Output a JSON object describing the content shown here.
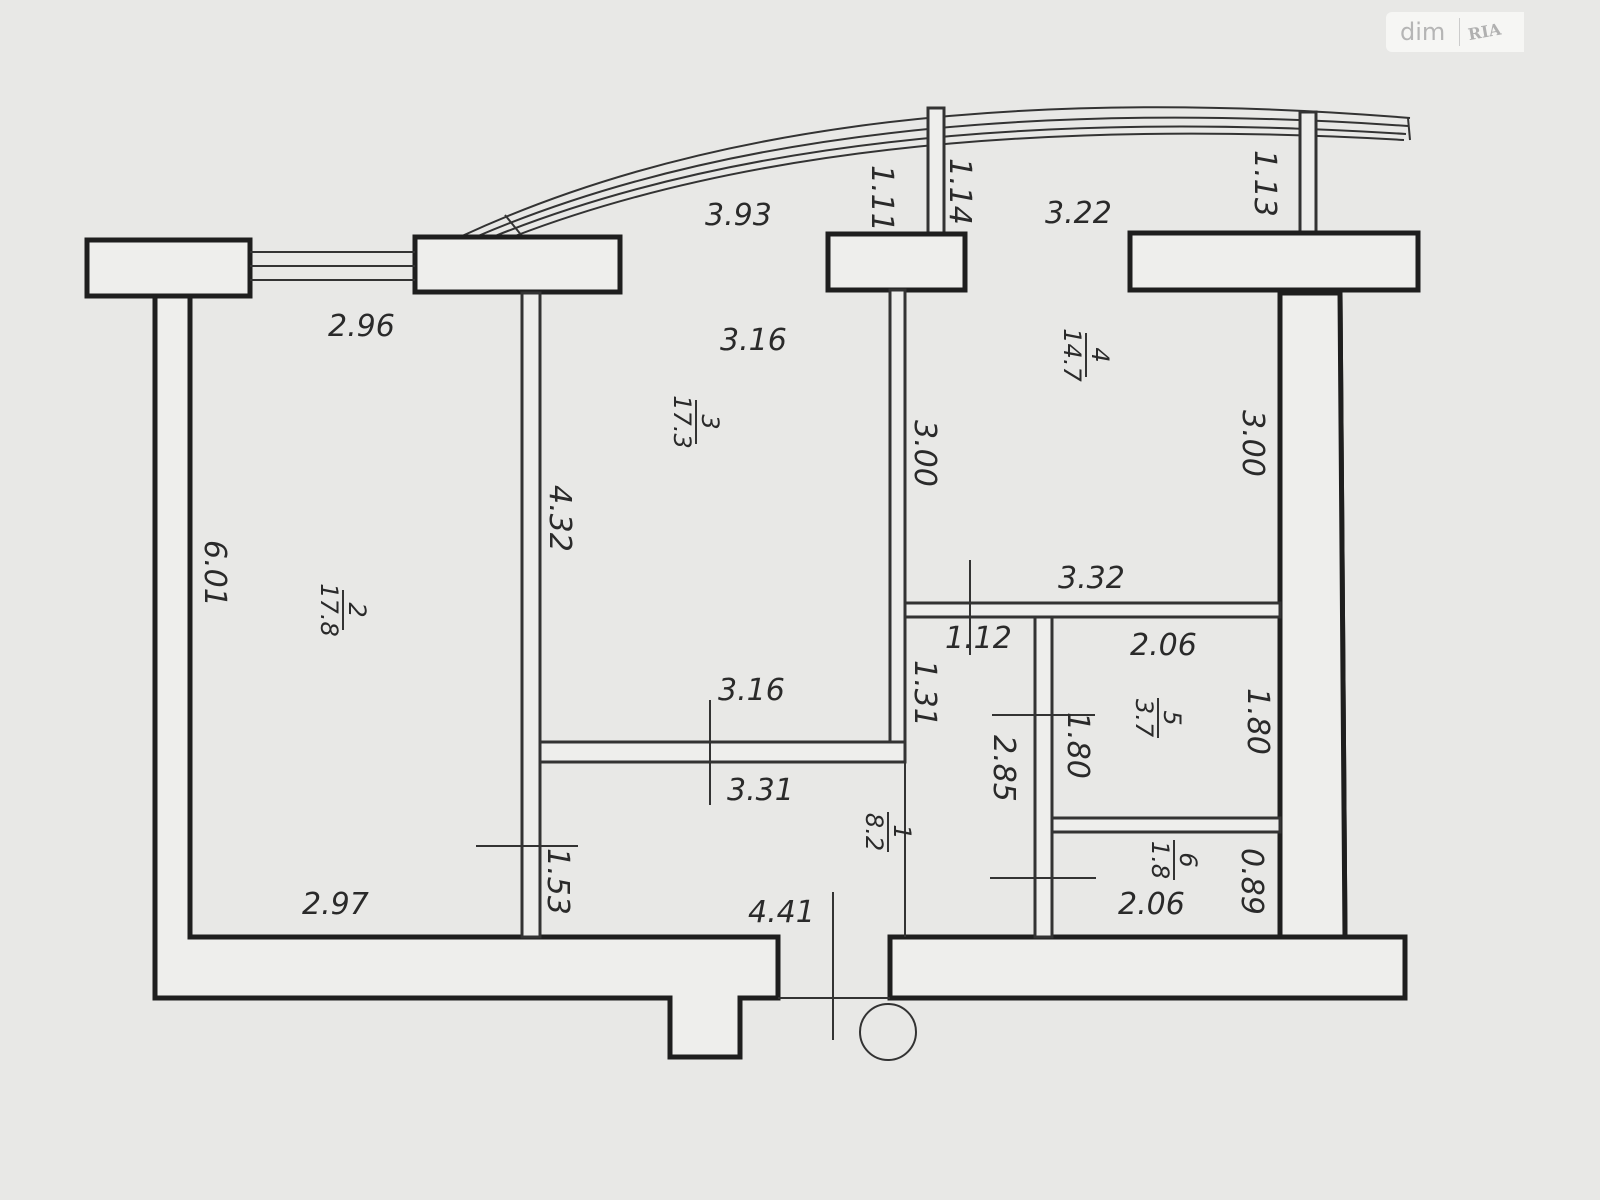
{
  "watermark": {
    "brand": "dim",
    "logo": "RIA"
  },
  "rooms": [
    {
      "number": "1",
      "area": "8.2"
    },
    {
      "number": "2",
      "area": "17.8"
    },
    {
      "number": "3",
      "area": "17.3"
    },
    {
      "number": "4",
      "area": "14.7"
    },
    {
      "number": "5",
      "area": "3.7"
    },
    {
      "number": "6",
      "area": "1.8"
    }
  ],
  "dimensions": {
    "balcony_left": "3.93",
    "balcony_right": "3.22",
    "balcony_d1": "1.11",
    "balcony_d2": "1.14",
    "balcony_d3": "1.13",
    "room2_top": "2.96",
    "room2_side": "6.01",
    "room2_bottom": "2.97",
    "room3_top": "3.16",
    "room3_side": "4.32",
    "room3_bottom": "3.16",
    "room4_left": "3.00",
    "room4_right": "3.00",
    "room4_bottom": "3.32",
    "hall_top": "1.12",
    "hall_side": "1.31",
    "hall_width": "3.31",
    "hall_length": "2.85",
    "hall_small": "1.53",
    "hall_bottom": "4.41",
    "room5_top": "2.06",
    "room5_left": "1.80",
    "room5_right": "1.80",
    "room6_bottom": "2.06",
    "room6_right": "0.89"
  }
}
